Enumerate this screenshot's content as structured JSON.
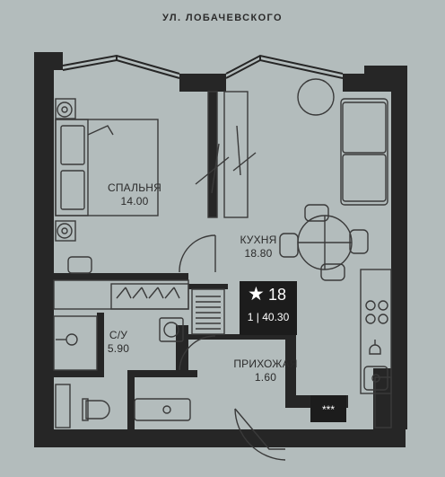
{
  "street": "УЛ. ЛОБАЧЕВСКОГО",
  "rooms": [
    {
      "id": "bedroom",
      "name": "СПАЛЬНЯ",
      "area": "14.00"
    },
    {
      "id": "kitchen",
      "name": "КУХНЯ",
      "area": "18.80"
    },
    {
      "id": "bathroom",
      "name": "С/У",
      "area": "5.90"
    },
    {
      "id": "hallway",
      "name": "ПРИХОЖАЯ",
      "area": "1.60"
    }
  ],
  "badge": {
    "star": "★",
    "number": "18",
    "rooms": "1",
    "separator": "|",
    "total_area": "40.30"
  },
  "stove_label": "***",
  "colors": {
    "background": "#b3bcbc",
    "wall": "#262626",
    "furniture": "#3a3a3a",
    "badge": "#1c1c1c"
  }
}
